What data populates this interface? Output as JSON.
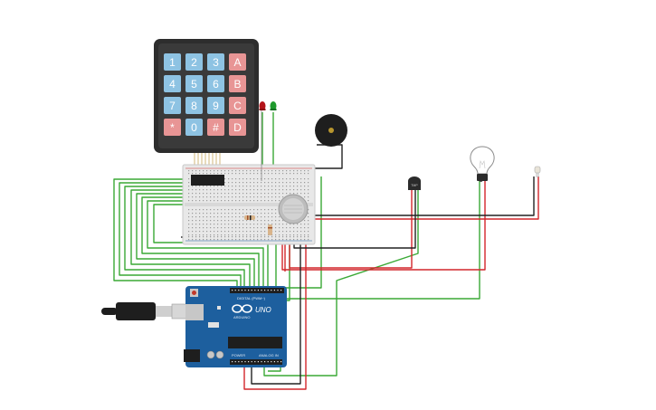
{
  "keypad": {
    "keys": [
      "1",
      "2",
      "3",
      "A",
      "4",
      "5",
      "6",
      "B",
      "7",
      "8",
      "9",
      "C",
      "*",
      "0",
      "#",
      "D"
    ]
  },
  "arduino": {
    "model": "UNO",
    "brand": "ARDUINO",
    "digital_label": "DIGITAL (PWM~)",
    "power_label": "POWER",
    "analog_label": "ANALOG IN"
  },
  "colors": {
    "wire_green": "#3aa935",
    "wire_red": "#d2262b",
    "wire_black": "#222222",
    "board_blue": "#1d5f9e",
    "keypad_body": "#2d2d2d",
    "key_blue": "#8ec3e3",
    "key_red": "#e89595",
    "led_red": "#b3141a",
    "led_green": "#1f9a2d",
    "breadboard": "#e8e8e8"
  }
}
